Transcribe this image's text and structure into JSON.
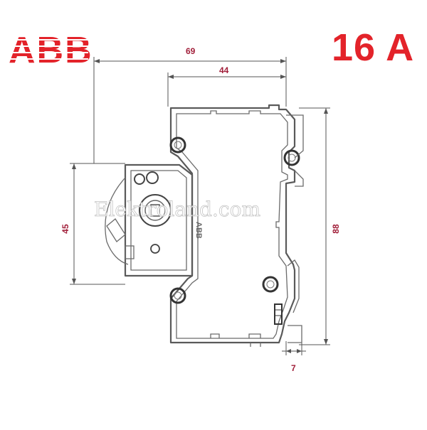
{
  "brand": {
    "logo_text": "ABB",
    "logo_color": "#e3232a"
  },
  "rating": {
    "text": "16 A",
    "color": "#e3232a"
  },
  "dimensions": {
    "overall_depth": "69",
    "body_depth": "44",
    "handle_height": "45",
    "total_height": "88",
    "rail_offset": "7"
  },
  "body_marking": "ABB",
  "watermark": "Elektroland.com",
  "colors": {
    "outline": "#5a5a5a",
    "dimension_text": "#a11f3a"
  }
}
